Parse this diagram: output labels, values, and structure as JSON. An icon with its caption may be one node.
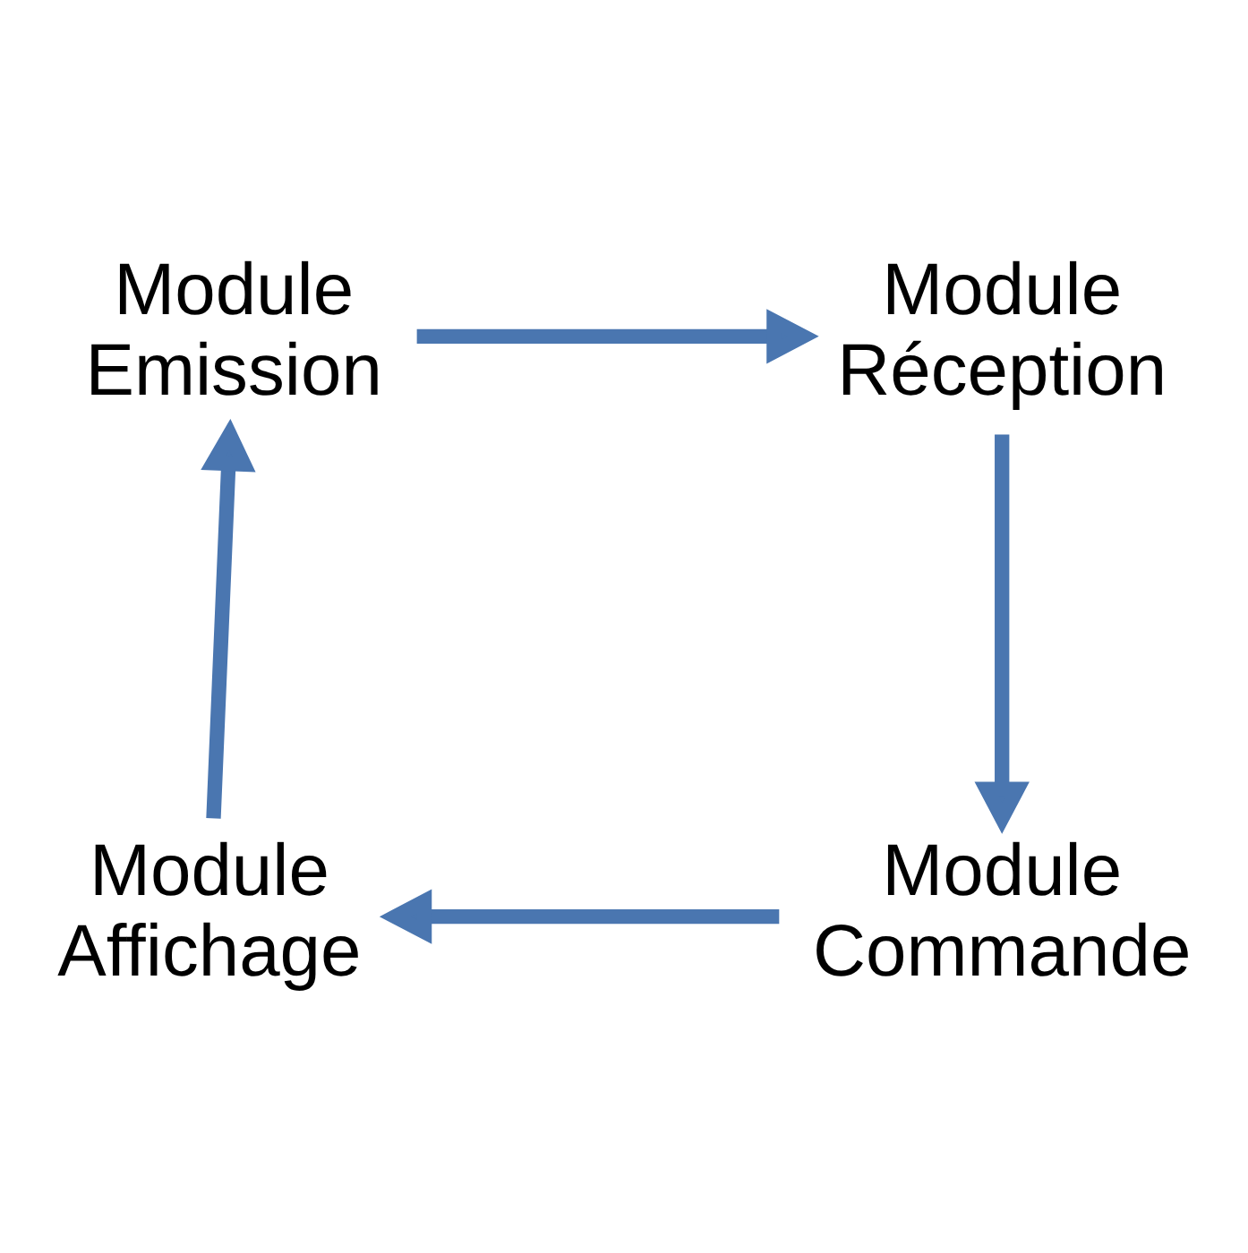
{
  "diagram": {
    "nodes": [
      {
        "text": [
          "Module Emission"
        ]
      },
      {
        "text": [
          "Module Réception"
        ]
      },
      {
        "text": [
          "Module Commande"
        ]
      },
      {
        "text": [
          "Module Affichage"
        ]
      }
    ],
    "edges": [
      {
        "from": 0,
        "to": 1,
        "arrow": "to"
      },
      {
        "from": 1,
        "to": 2,
        "arrow": "to"
      },
      {
        "from": 2,
        "to": 3,
        "arrow": "to"
      },
      {
        "from": 3,
        "to": 0,
        "arrow": "to"
      }
    ]
  }
}
